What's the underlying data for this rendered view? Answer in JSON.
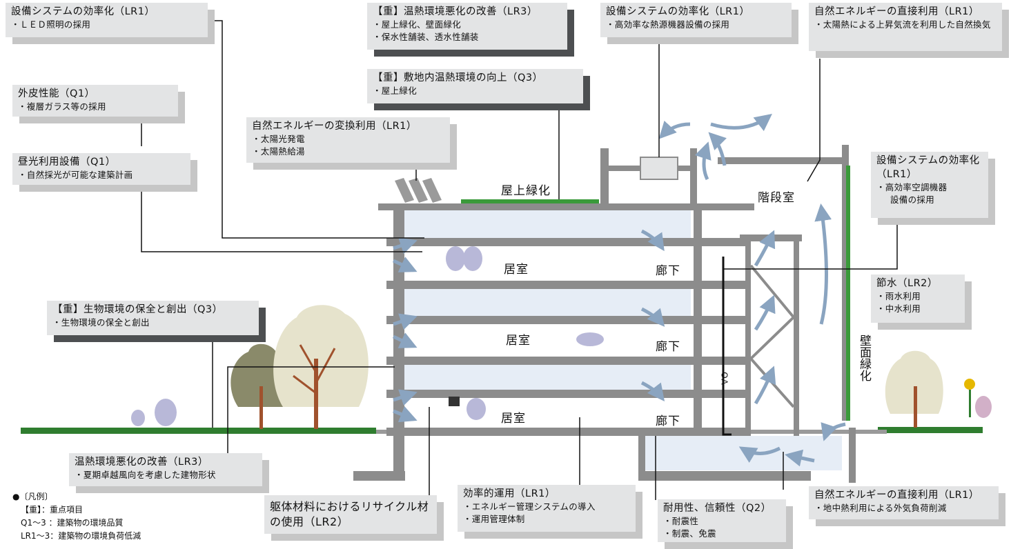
{
  "callouts": {
    "led": {
      "title": "設備システムの効率化（LR1）",
      "lines": [
        "・ＬＥＤ照明の採用"
      ]
    },
    "heat_island": {
      "title": "【重】温熱環境悪化の改善（LR3）",
      "lines": [
        "・屋上緑化、壁面緑化",
        "・保水性舗装、透水性舗装"
      ]
    },
    "heat_source": {
      "title": "設備システムの効率化（LR1）",
      "lines": [
        "・高効率な熱源機器設備の採用"
      ]
    },
    "natural_vent": {
      "title": "自然エネルギーの直接利用（LR1）",
      "lines": [
        "・太陽熱による上昇気流を利用した自然換気"
      ]
    },
    "envelope": {
      "title": "外皮性能（Q1）",
      "lines": [
        "・複層ガラス等の採用"
      ]
    },
    "site_thermal": {
      "title": "【重】敷地内温熱環境の向上（Q3）",
      "lines": [
        "・屋上緑化"
      ]
    },
    "solar": {
      "title": "自然エネルギーの変換利用（LR1）",
      "lines": [
        "・太陽光発電",
        "・太陽熱給湯"
      ]
    },
    "daylight": {
      "title": "昼光利用設備（Q1）",
      "lines": [
        "・自然採光が可能な建築計画"
      ]
    },
    "hvac": {
      "title": "設備システムの効率化（LR1）",
      "lines": [
        "・高効率空調機器",
        "設備の採用"
      ]
    },
    "water": {
      "title": "節水（LR2）",
      "lines": [
        "・雨水利用",
        "・中水利用"
      ]
    },
    "biotope": {
      "title": "【重】生物環境の保全と創出（Q3）",
      "lines": [
        "・生物環境の保全と創出"
      ]
    },
    "wind": {
      "title": "温熱環境悪化の改善（LR3）",
      "lines": [
        "・夏期卓越風向を考慮した建物形状"
      ]
    },
    "recycle": {
      "title": "躯体材料におけるリサイクル材の使用（LR2）",
      "lines": []
    },
    "operation": {
      "title": "効率的運用（LR1）",
      "lines": [
        "・エネルギー管理システムの導入",
        "・運用管理体制"
      ]
    },
    "durability": {
      "title": "耐用性、信頼性（Q2）",
      "lines": [
        "・耐震性",
        "・制震、免震"
      ]
    },
    "geothermal": {
      "title": "自然エネルギーの直接利用（LR1）",
      "lines": [
        "・地中熱利用による外気負荷削減"
      ]
    }
  },
  "labels": {
    "roof_green": "屋上緑化",
    "stairwell": "階段室",
    "room1": "居室",
    "room2": "居室",
    "room3": "居室",
    "corridor1": "廊下",
    "corridor2": "廊下",
    "corridor3": "廊下",
    "wall_green": "壁面緑化",
    "oa": "OA"
  },
  "legend": {
    "header": "●〔凡例〕",
    "items": [
      "【重】：重点項目",
      "Q1～3 ：建築物の環境品質",
      "LR1～3：建築物の環境負荷低減"
    ]
  },
  "colors": {
    "structure": "#8c8c8c",
    "glass": "#e6edf6",
    "airflow": "#8aa4c0",
    "greenery": "#3a8a3a",
    "callout_bg": "#e3e4e5",
    "callout_shadow": "#c6c6c6",
    "callout_shadow_dark": "#4d4f51"
  }
}
